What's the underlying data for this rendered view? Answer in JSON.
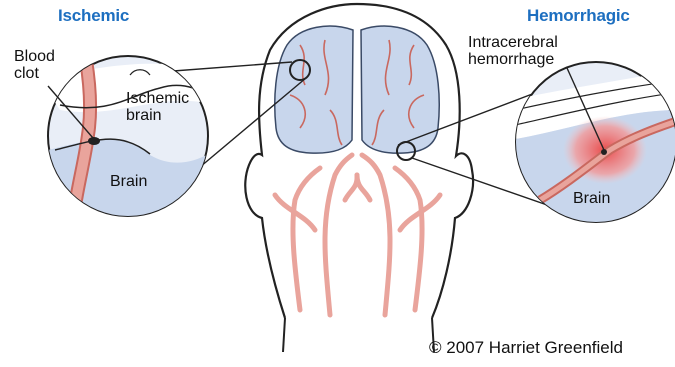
{
  "titles": {
    "ischemic": "Ischemic",
    "hemorrhagic": "Hemorrhagic"
  },
  "labels": {
    "blood_clot_line1": "Blood",
    "blood_clot_line2": "clot",
    "ischemic_brain_line1": "Ischemic",
    "ischemic_brain_line2": "brain",
    "brain_left": "Brain",
    "intracerebral_line1": "Intracerebral",
    "intracerebral_line2": "hemorrhage",
    "brain_right": "Brain"
  },
  "credit": "© 2007 Harriet Greenfield",
  "colors": {
    "title_blue": "#1d6fc0",
    "brain_fill": "#c8d6ec",
    "vessel": "#e9a49c",
    "vessel_stroke": "#c9685f",
    "bleed": "#ef6b6b",
    "outline": "#222222"
  }
}
